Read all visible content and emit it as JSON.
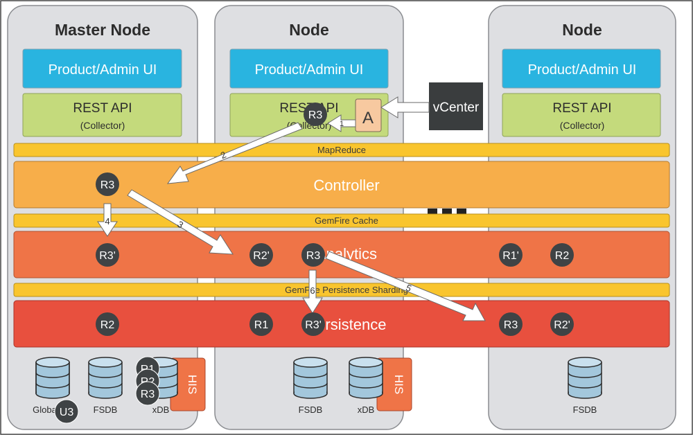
{
  "nodes": [
    {
      "title": "Master Node",
      "ui": "Product/Admin UI",
      "api": "REST API",
      "api_sub": "(Collector)"
    },
    {
      "title": "Node",
      "ui": "Product/Admin UI",
      "api": "REST API",
      "api_sub": "(Collector)"
    },
    {
      "title": "Node",
      "ui": "Product/Admin UI",
      "api": "REST API",
      "api_sub": "(Collector)"
    }
  ],
  "layers": {
    "mapreduce": "MapReduce",
    "controller": "Controller",
    "gemfire_cache": "GemFire Cache",
    "analytics": "Analytics",
    "persistence_sharding": "GemFire Persistence Sharding",
    "persistence": "Persistence"
  },
  "vcenter": "vCenter",
  "adapter": "A",
  "his": "HIS",
  "databases": {
    "global": "Global xDB",
    "fsdb": "FSDB",
    "xdb": "xDB"
  },
  "circles": {
    "api_r3": "R3",
    "controller_r3": "R3",
    "analytics_master": "R3'",
    "analytics_n1_a": "R2'",
    "analytics_n1_b": "R3",
    "analytics_n2_a": "R1'",
    "analytics_n2_b": "R2",
    "persistence_master": "R2",
    "persistence_n1_a": "R1",
    "persistence_n1_b": "R3'",
    "persistence_n2_a": "R3",
    "persistence_n2_b": "R2'",
    "stack_1": "R1",
    "stack_2": "R2",
    "stack_3": "R3",
    "global_u3": "U3"
  },
  "arrows": {
    "a1": "1",
    "a2": "2",
    "a3": "3",
    "a4": "4",
    "a5": "5",
    "a6": "6"
  },
  "colors": {
    "node_bg": "#dedfe2",
    "ui_blue": "#29b4e0",
    "api_green": "#c4da7c",
    "mapreduce": "#f9c52e",
    "controller": "#f7ae4a",
    "analytics": "#ef7447",
    "persistence": "#e8503e",
    "his": "#ef7447",
    "vcenter": "#3a3d3e",
    "circle": "#3f4345",
    "db": "#a3c7dc"
  }
}
